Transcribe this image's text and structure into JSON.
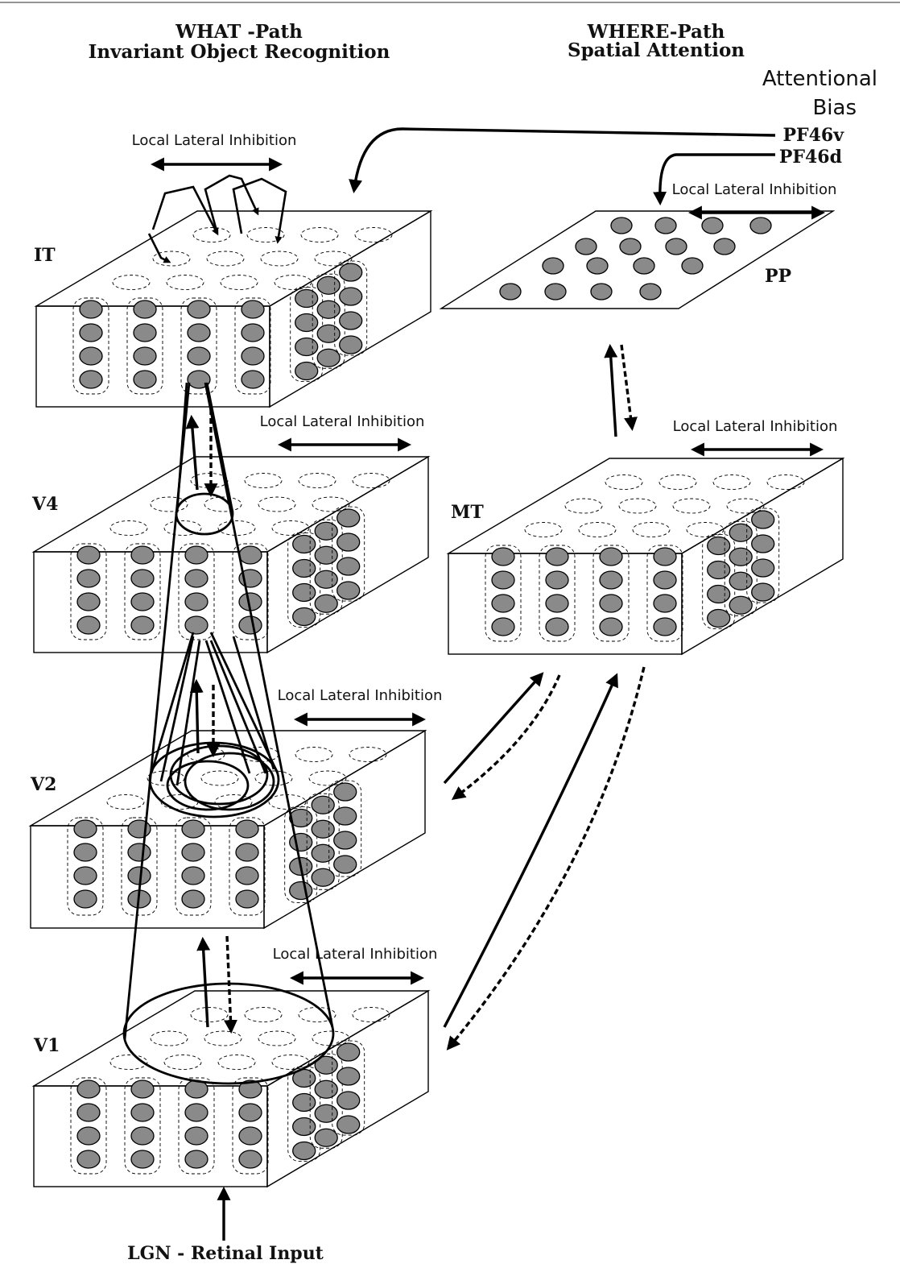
{
  "headers": {
    "what_title": "WHAT -Path",
    "what_subtitle": "Invariant Object Recognition",
    "where_title": "WHERE-Path",
    "where_subtitle": "Spatial Attention"
  },
  "attention": {
    "line1": "Attentional",
    "line2": "Bias",
    "pf46v": "PF46v",
    "pf46d": "PF46d"
  },
  "layers": {
    "it": "IT",
    "v4": "V4",
    "v2": "V2",
    "v1": "V1",
    "mt": "MT",
    "pp": "PP"
  },
  "inhibition_label": "Local Lateral Inhibition",
  "input_label": "LGN - Retinal Input"
}
